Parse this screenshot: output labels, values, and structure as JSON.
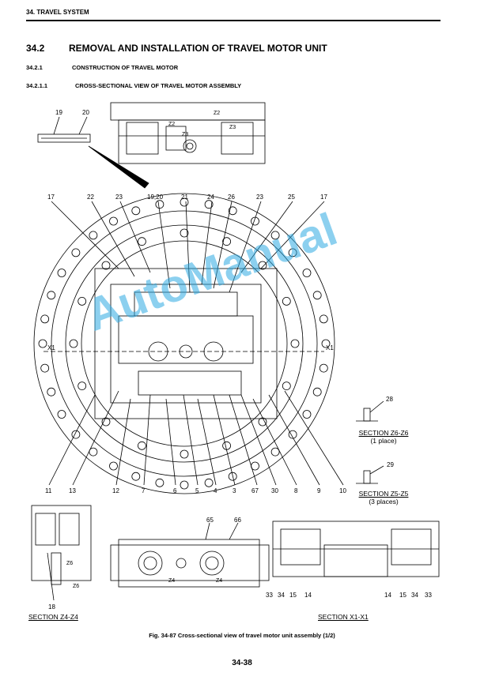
{
  "header": {
    "section": "34. TRAVEL SYSTEM"
  },
  "heading": {
    "number": "34.2",
    "title": "REMOVAL AND INSTALLATION OF TRAVEL MOTOR UNIT"
  },
  "subheading": {
    "number": "34.2.1",
    "title": "CONSTRUCTION OF TRAVEL MOTOR"
  },
  "subsubheading": {
    "number": "34.2.1.1",
    "title": "CROSS-SECTIONAL VIEW OF TRAVEL MOTOR ASSEMBLY"
  },
  "top_view": {
    "callouts": [
      "19",
      "20"
    ],
    "z_labels": [
      "Z2",
      "Z2",
      "Z3",
      "Z3"
    ]
  },
  "main_view": {
    "top_callouts": [
      "17",
      "22",
      "23",
      "19,20",
      "21",
      "24",
      "26",
      "23",
      "25",
      "17"
    ],
    "bottom_callouts": [
      "11",
      "13",
      "12",
      "7",
      "6",
      "5",
      "4",
      "3",
      "67",
      "30",
      "8",
      "9",
      "10"
    ],
    "x1_labels": [
      "X1",
      "X1"
    ]
  },
  "section_z6": {
    "callout": "28",
    "title": "SECTION Z6-Z6",
    "note": "(1 place)"
  },
  "section_z5": {
    "callout": "29",
    "title": "SECTION Z5-Z5",
    "note": "(3 places)"
  },
  "section_z4": {
    "title": "SECTION Z4-Z4",
    "callouts": [
      "18"
    ],
    "z_labels": [
      "Z6",
      "Z6"
    ]
  },
  "bottom_view": {
    "callouts": [
      "65",
      "66"
    ],
    "z_labels": [
      "Z4",
      "Z4"
    ]
  },
  "section_x1": {
    "title": "SECTION X1-X1",
    "callouts": [
      "33",
      "34",
      "15",
      "14",
      "14",
      "15",
      "34",
      "33"
    ]
  },
  "figure": {
    "caption": "Fig. 34-87 Cross-sectional view of travel motor unit assembly (1/2)"
  },
  "page": {
    "number": "34-38"
  },
  "watermark": {
    "text": "AutoManual"
  }
}
